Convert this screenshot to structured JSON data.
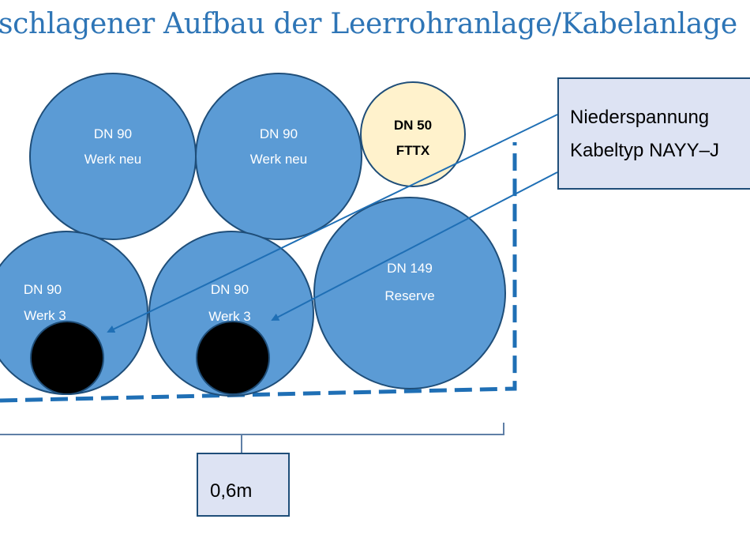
{
  "title": "schlagener Aufbau der Leerrohranlage/Kabelanlage",
  "pipes": [
    {
      "line1": "DN 90",
      "line2": "Werk neu"
    },
    {
      "line1": "DN 90",
      "line2": "Werk neu"
    },
    {
      "line1": "DN 50",
      "line2": "FTTX"
    },
    {
      "line1": "DN 90",
      "line2": "Werk 3"
    },
    {
      "line1": "DN 90",
      "line2": "Werk 3"
    },
    {
      "line1": "DN 149",
      "line2": "Reserve"
    }
  ],
  "callout": {
    "line1": "Niederspannung",
    "line2": "Kabeltyp NAYY–J"
  },
  "measurement": "0,6m",
  "colors": {
    "pipe_fill": "#5b9bd5",
    "pipe_stroke": "#1f4e79",
    "fttx_fill": "#fff2cc",
    "cable_fill": "#000000",
    "title_color": "#2e75b6",
    "box_fill": "#dde3f3"
  }
}
